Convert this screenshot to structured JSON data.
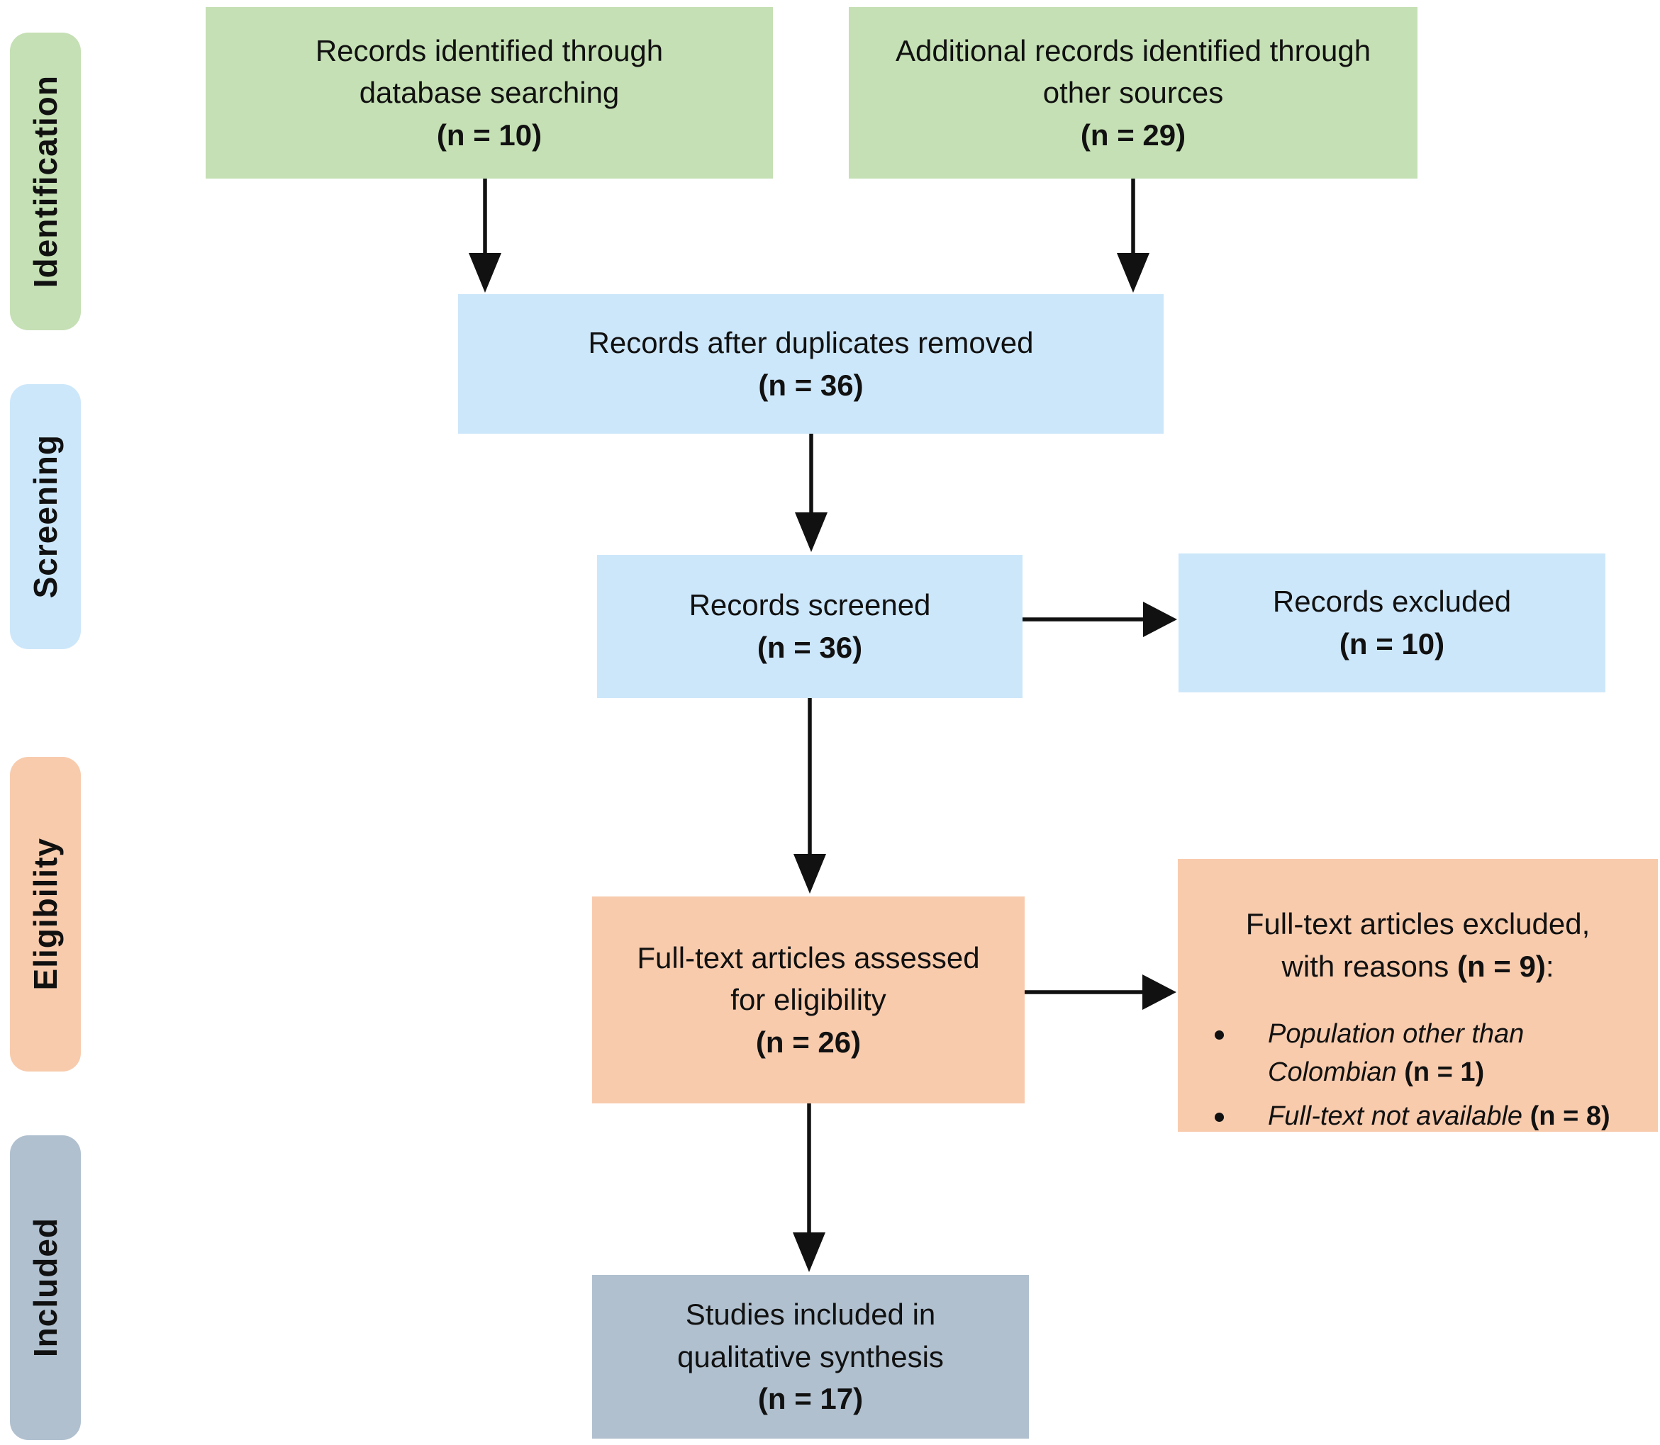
{
  "stages": {
    "identification": "Identification",
    "screening": "Screening",
    "eligibility": "Eligibility",
    "included": "Included"
  },
  "boxes": {
    "identified": {
      "lines": [
        "Records identified through",
        "database searching"
      ],
      "n": "(n = 10)"
    },
    "additional": {
      "lines": [
        "Additional records identified through",
        "other sources"
      ],
      "n": "(n = 29)"
    },
    "duplicates": {
      "lines": [
        "Records after duplicates removed"
      ],
      "n": "(n = 36)"
    },
    "screened": {
      "lines": [
        "Records screened"
      ],
      "n": "(n = 36)"
    },
    "excluded": {
      "lines": [
        "Records excluded"
      ],
      "n": "(n = 10)"
    },
    "fulltext": {
      "lines": [
        "Full-text articles assessed",
        "for eligibility"
      ],
      "n": "(n = 26)"
    },
    "fulltext_excluded": {
      "line1": "Full-text articles excluded,",
      "line2_pre": "with reasons ",
      "n": "(n = 9)",
      "line2_post": ":",
      "items": [
        {
          "text": "Population other than Colombian ",
          "n": "(n = 1)"
        },
        {
          "text": "Full-text not available ",
          "n": "(n = 8)"
        }
      ]
    },
    "included_studies": {
      "lines": [
        "Studies included in",
        "qualitative synthesis"
      ],
      "n": "(n = 17)"
    }
  },
  "colors": {
    "green": "#C5E0B4",
    "blue": "#CDE7FA",
    "orange": "#F8CBAD",
    "gray": "#B0C0CF",
    "arrow": "#111111",
    "text": "#111111"
  }
}
